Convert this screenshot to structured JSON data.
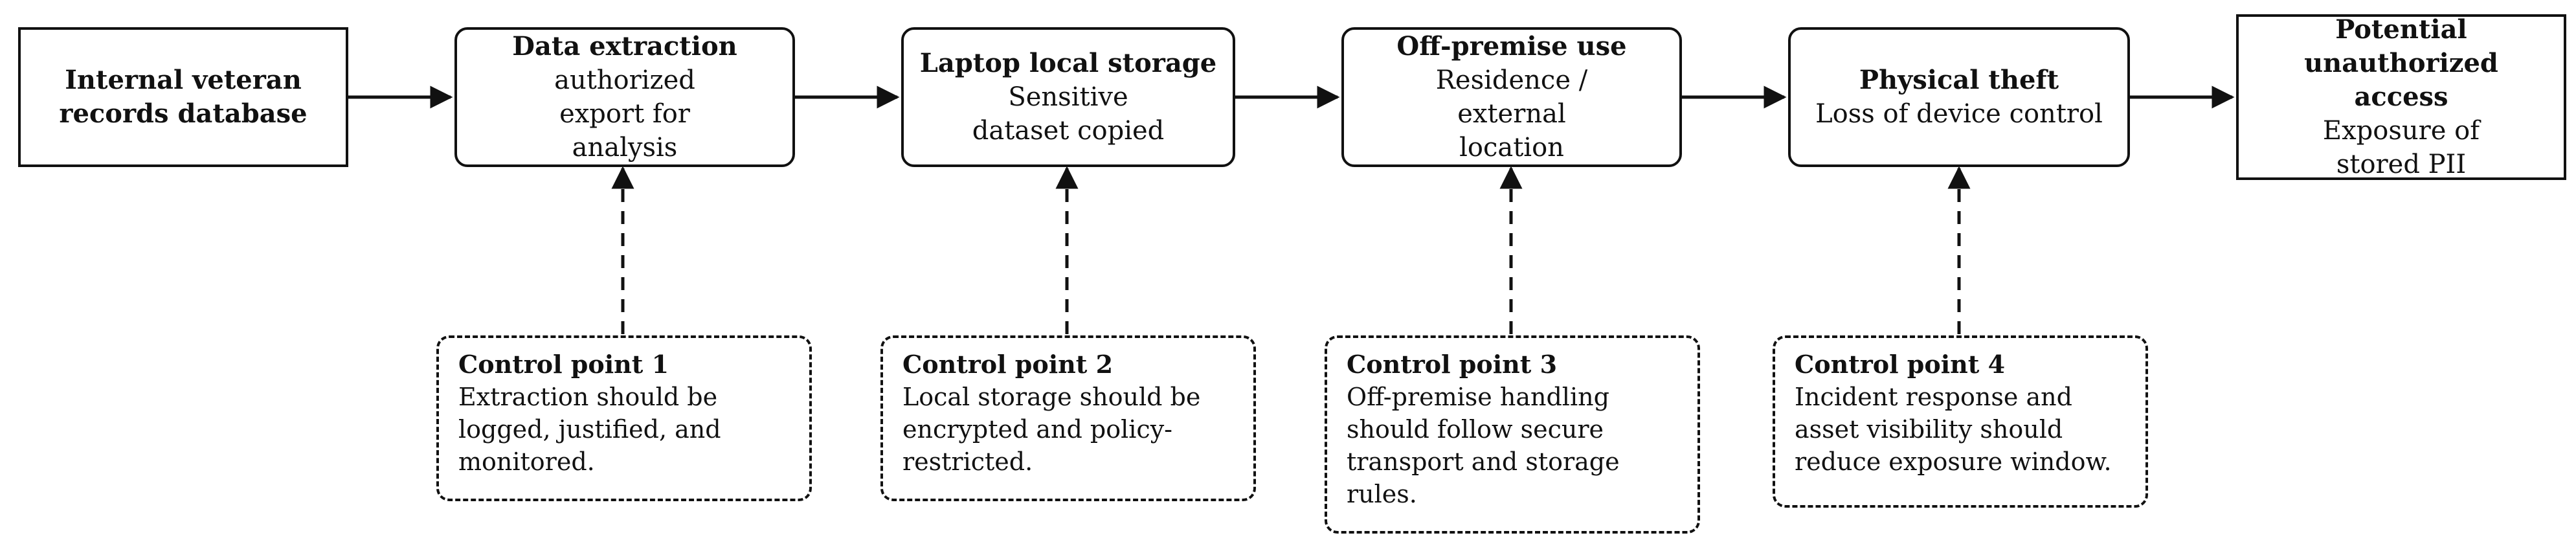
{
  "flow": {
    "steps": [
      {
        "title": "Internal veteran records database",
        "body": ""
      },
      {
        "title": "Data extraction",
        "body": "authorized export for analysis"
      },
      {
        "title": "Laptop local storage",
        "body": "Sensitive dataset copied"
      },
      {
        "title": "Off-premise use",
        "body": "Residence / external location"
      },
      {
        "title": "Physical theft",
        "body": "Loss of device control"
      },
      {
        "title": "Potential unauthorized access",
        "body": "Exposure of stored PII"
      }
    ]
  },
  "controls": [
    {
      "title": "Control point 1",
      "body": "Extraction should be logged, justified, and monitored."
    },
    {
      "title": "Control point 2",
      "body": "Local storage should be encrypted and policy-restricted."
    },
    {
      "title": "Control point 3",
      "body": "Off-premise handling should follow secure transport and storage rules."
    },
    {
      "title": "Control point 4",
      "body": "Incident response and asset visibility should reduce exposure window."
    }
  ]
}
